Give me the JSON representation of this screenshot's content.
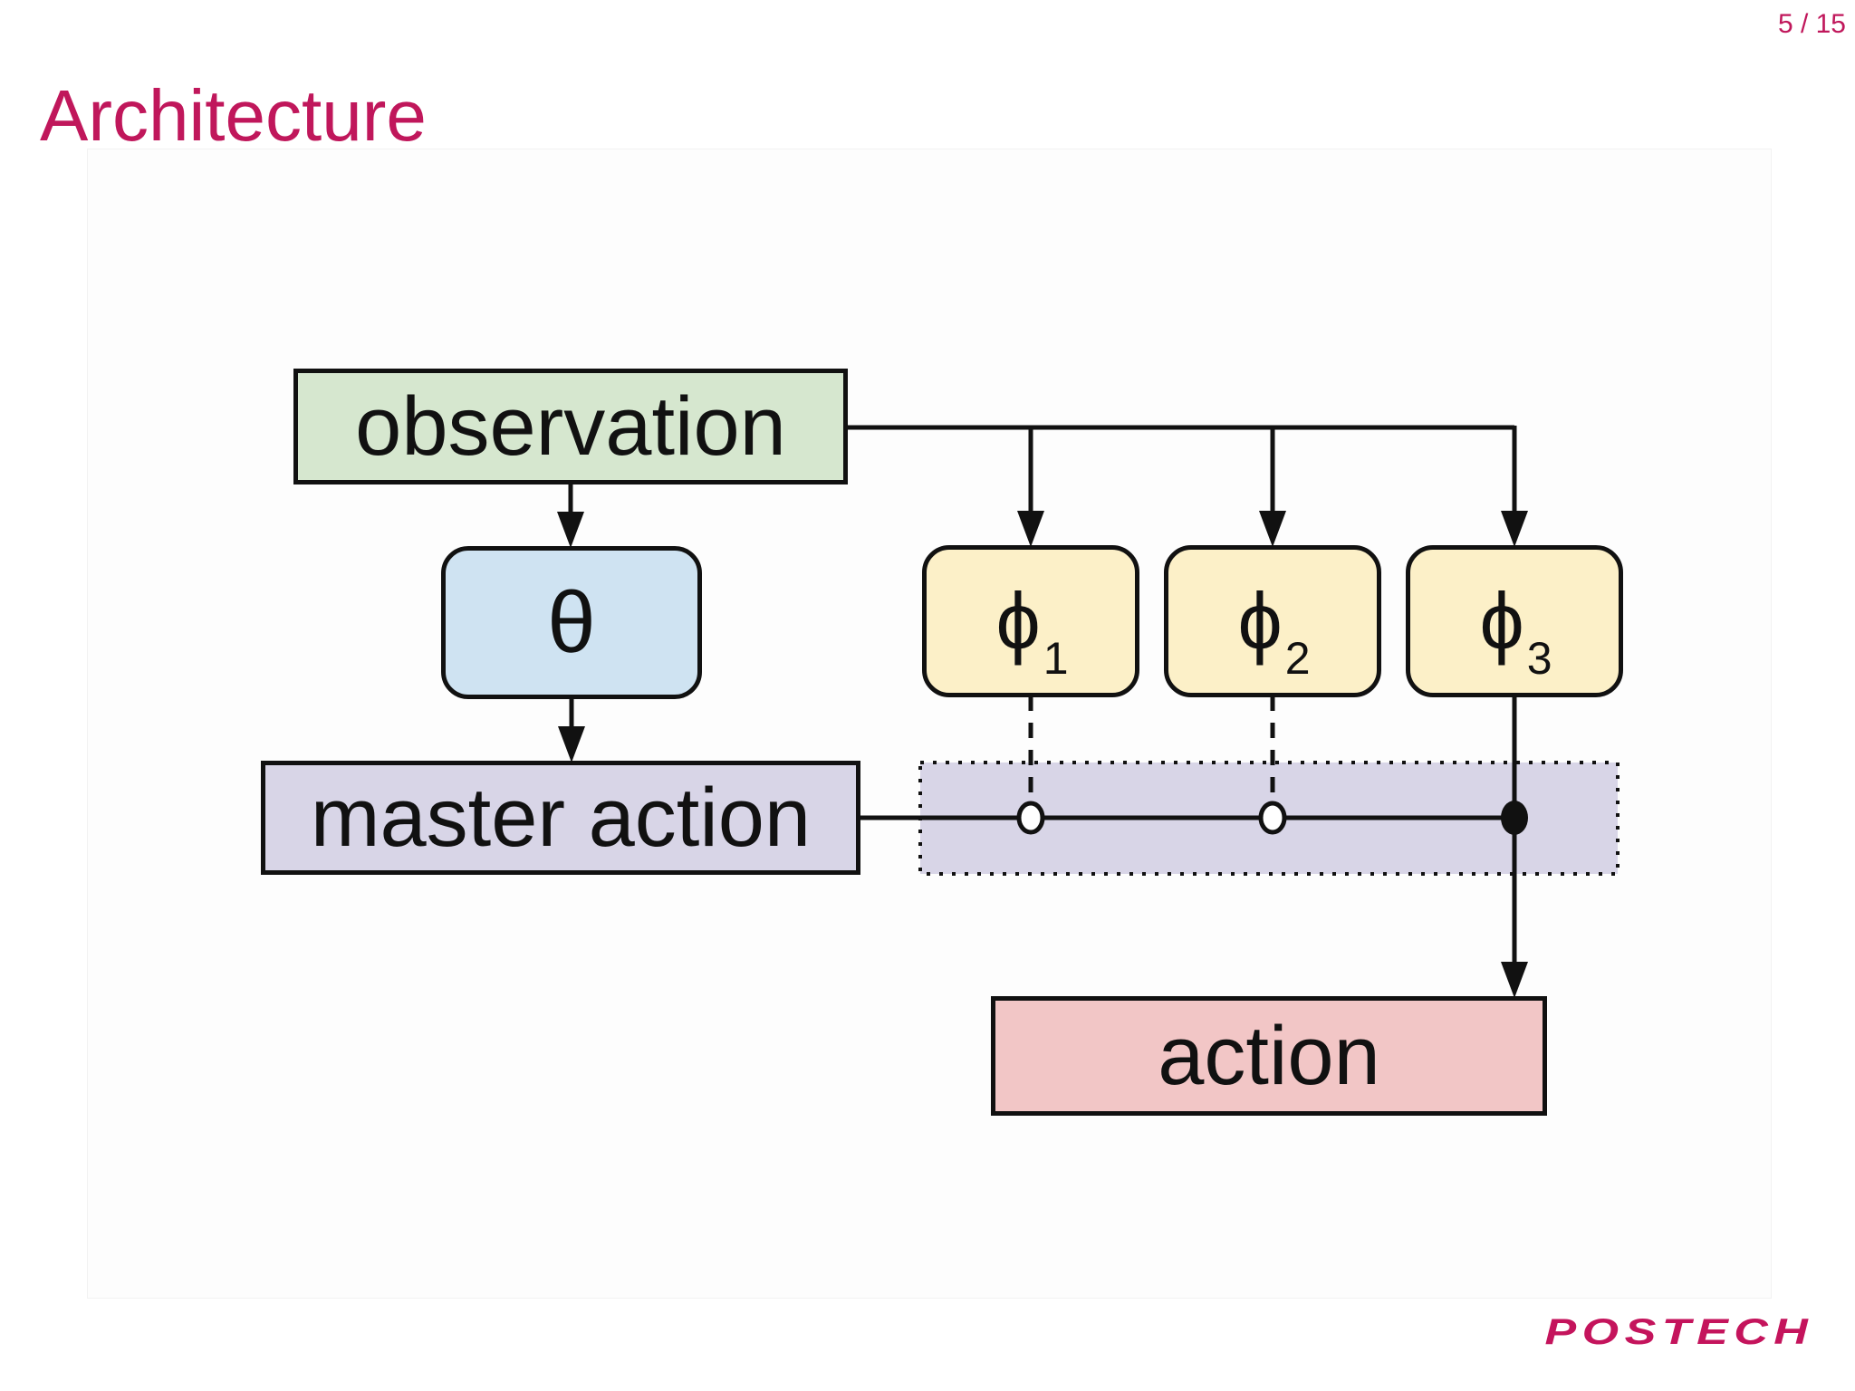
{
  "slide": {
    "page_number": "5 / 15",
    "title": "Architecture",
    "logo_text": "POSTECH",
    "accent_color": "#c0175b",
    "background_color": "#ffffff"
  },
  "diagram": {
    "line_color": "#111111",
    "nodes": {
      "observation": {
        "label": "observation",
        "fill": "#d6e7cf"
      },
      "theta": {
        "label": "θ",
        "fill": "#cfe3f2"
      },
      "phi1": {
        "label": "ϕ",
        "sub": "1",
        "fill": "#fcf0c8"
      },
      "phi2": {
        "label": "ϕ",
        "sub": "2",
        "fill": "#fcf0c8"
      },
      "phi3": {
        "label": "ϕ",
        "sub": "3",
        "fill": "#fcf0c8"
      },
      "master_action": {
        "label": "master action",
        "fill": "#d8d5e7"
      },
      "action": {
        "label": "action",
        "fill": "#f2c6c6"
      }
    },
    "shared_region": {
      "fill": "#d8d5e7",
      "border_style": "dotted"
    },
    "connectors": {
      "observation_to_theta": "arrow",
      "observation_to_phi1": "arrow",
      "observation_to_phi2": "arrow",
      "observation_to_phi3": "arrow",
      "theta_to_master_action": "arrow",
      "master_action_to_selector": "line",
      "phi1_to_selector": "dashed-open-circle",
      "phi2_to_selector": "dashed-open-circle",
      "phi3_to_action": "arrow-through-filled-dot"
    }
  }
}
